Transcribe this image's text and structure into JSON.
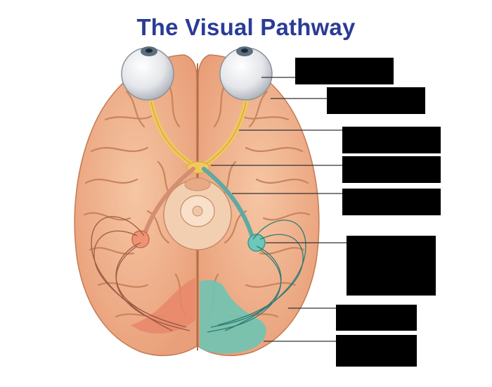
{
  "title": "The Visual Pathway",
  "colors": {
    "title": "#2a3c95",
    "brain": "#f1b38c",
    "brain_shadow": "#c97f55",
    "left_visual_cortex": "#e9876a",
    "right_visual_cortex": "#6fc4b3",
    "optic_nerve": "#f0c95c",
    "left_optic_tract": "#d48e72",
    "right_optic_tract": "#5fa9a5",
    "label_box": "#000000"
  },
  "label_boxes": [
    {
      "id": "eye"
    },
    {
      "id": "optic-nerve"
    },
    {
      "id": "optic-chiasma"
    },
    {
      "id": "optic-tract"
    },
    {
      "id": "optic-tract-fibers"
    },
    {
      "id": "lateral-geniculate-nucleus"
    },
    {
      "id": "optic-radiation"
    },
    {
      "id": "visual-cortex"
    }
  ]
}
